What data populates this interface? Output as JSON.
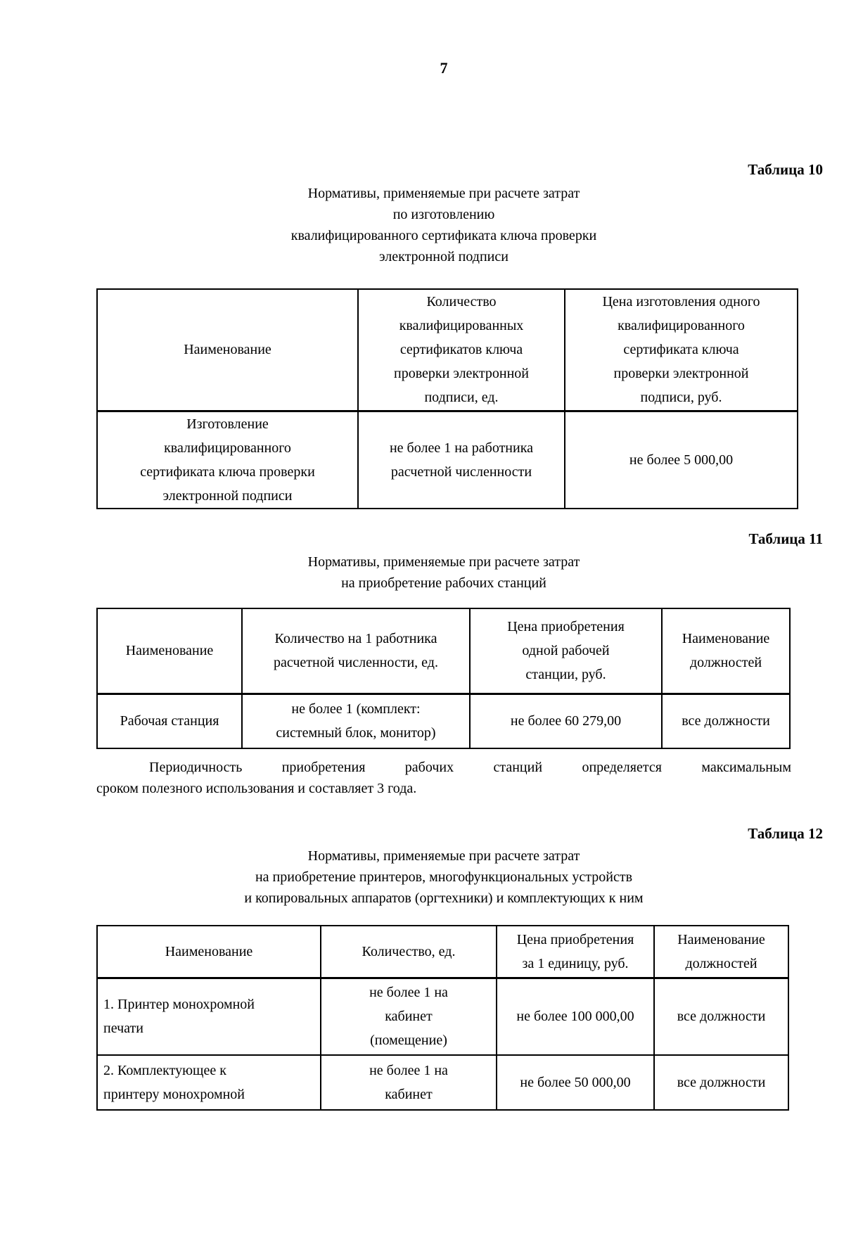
{
  "page": {
    "number": "7"
  },
  "colors": {
    "text": "#000000",
    "border": "#000000",
    "background": "#ffffff"
  },
  "tables": [
    {
      "label": "Таблица 10",
      "title_lines": [
        "Нормативы, применяемые при расчете затрат",
        "по изготовлению",
        "квалифицированного сертификата ключа проверки",
        "электронной подписи"
      ],
      "columns": [
        "Наименование",
        "Количество\nквалифицированных\nсертификатов ключа\nпроверки электронной\nподписи, ед.",
        "Цена изготовления одного\nквалифицированного\nсертификата ключа\nпроверки электронной\nподписи, руб."
      ],
      "rows": [
        [
          "Изготовление\nквалифицированного\nсертификата ключа проверки\nэлектронной подписи",
          "не более 1 на работника\nрасчетной численности",
          "не более 5 000,00"
        ]
      ]
    },
    {
      "label": "Таблица 11",
      "title_lines": [
        "Нормативы, применяемые при расчете затрат",
        "на приобретение рабочих станций"
      ],
      "columns": [
        "Наименование",
        "Количество на 1 работника\nрасчетной численности, ед.",
        "Цена приобретения\nодной рабочей\nстанции, руб.",
        "Наименование\nдолжностей"
      ],
      "rows": [
        [
          "Рабочая станция",
          "не более 1 (комплект:\nсистемный блок, монитор)",
          "не более 60 279,00",
          "все должности"
        ]
      ],
      "note_lines": [
        "Периодичность приобретения рабочих станций определяется максимальным",
        "сроком полезного использования и составляет 3 года."
      ]
    },
    {
      "label": "Таблица 12",
      "title_lines": [
        "Нормативы, применяемые при расчете затрат",
        "на приобретение принтеров, многофункциональных устройств",
        "и копировальных аппаратов (оргтехники) и комплектующих к ним"
      ],
      "columns": [
        "Наименование",
        "Количество, ед.",
        "Цена приобретения\nза 1 единицу, руб.",
        "Наименование\nдолжностей"
      ],
      "rows": [
        [
          "1. Принтер монохромной\nпечати",
          "не более 1 на\nкабинет\n(помещение)",
          "не более 100 000,00",
          "все должности"
        ],
        [
          "2. Комплектующее к\nпринтеру монохромной",
          "не более 1 на\nкабинет",
          "не более 50 000,00",
          "все должности"
        ]
      ]
    }
  ]
}
